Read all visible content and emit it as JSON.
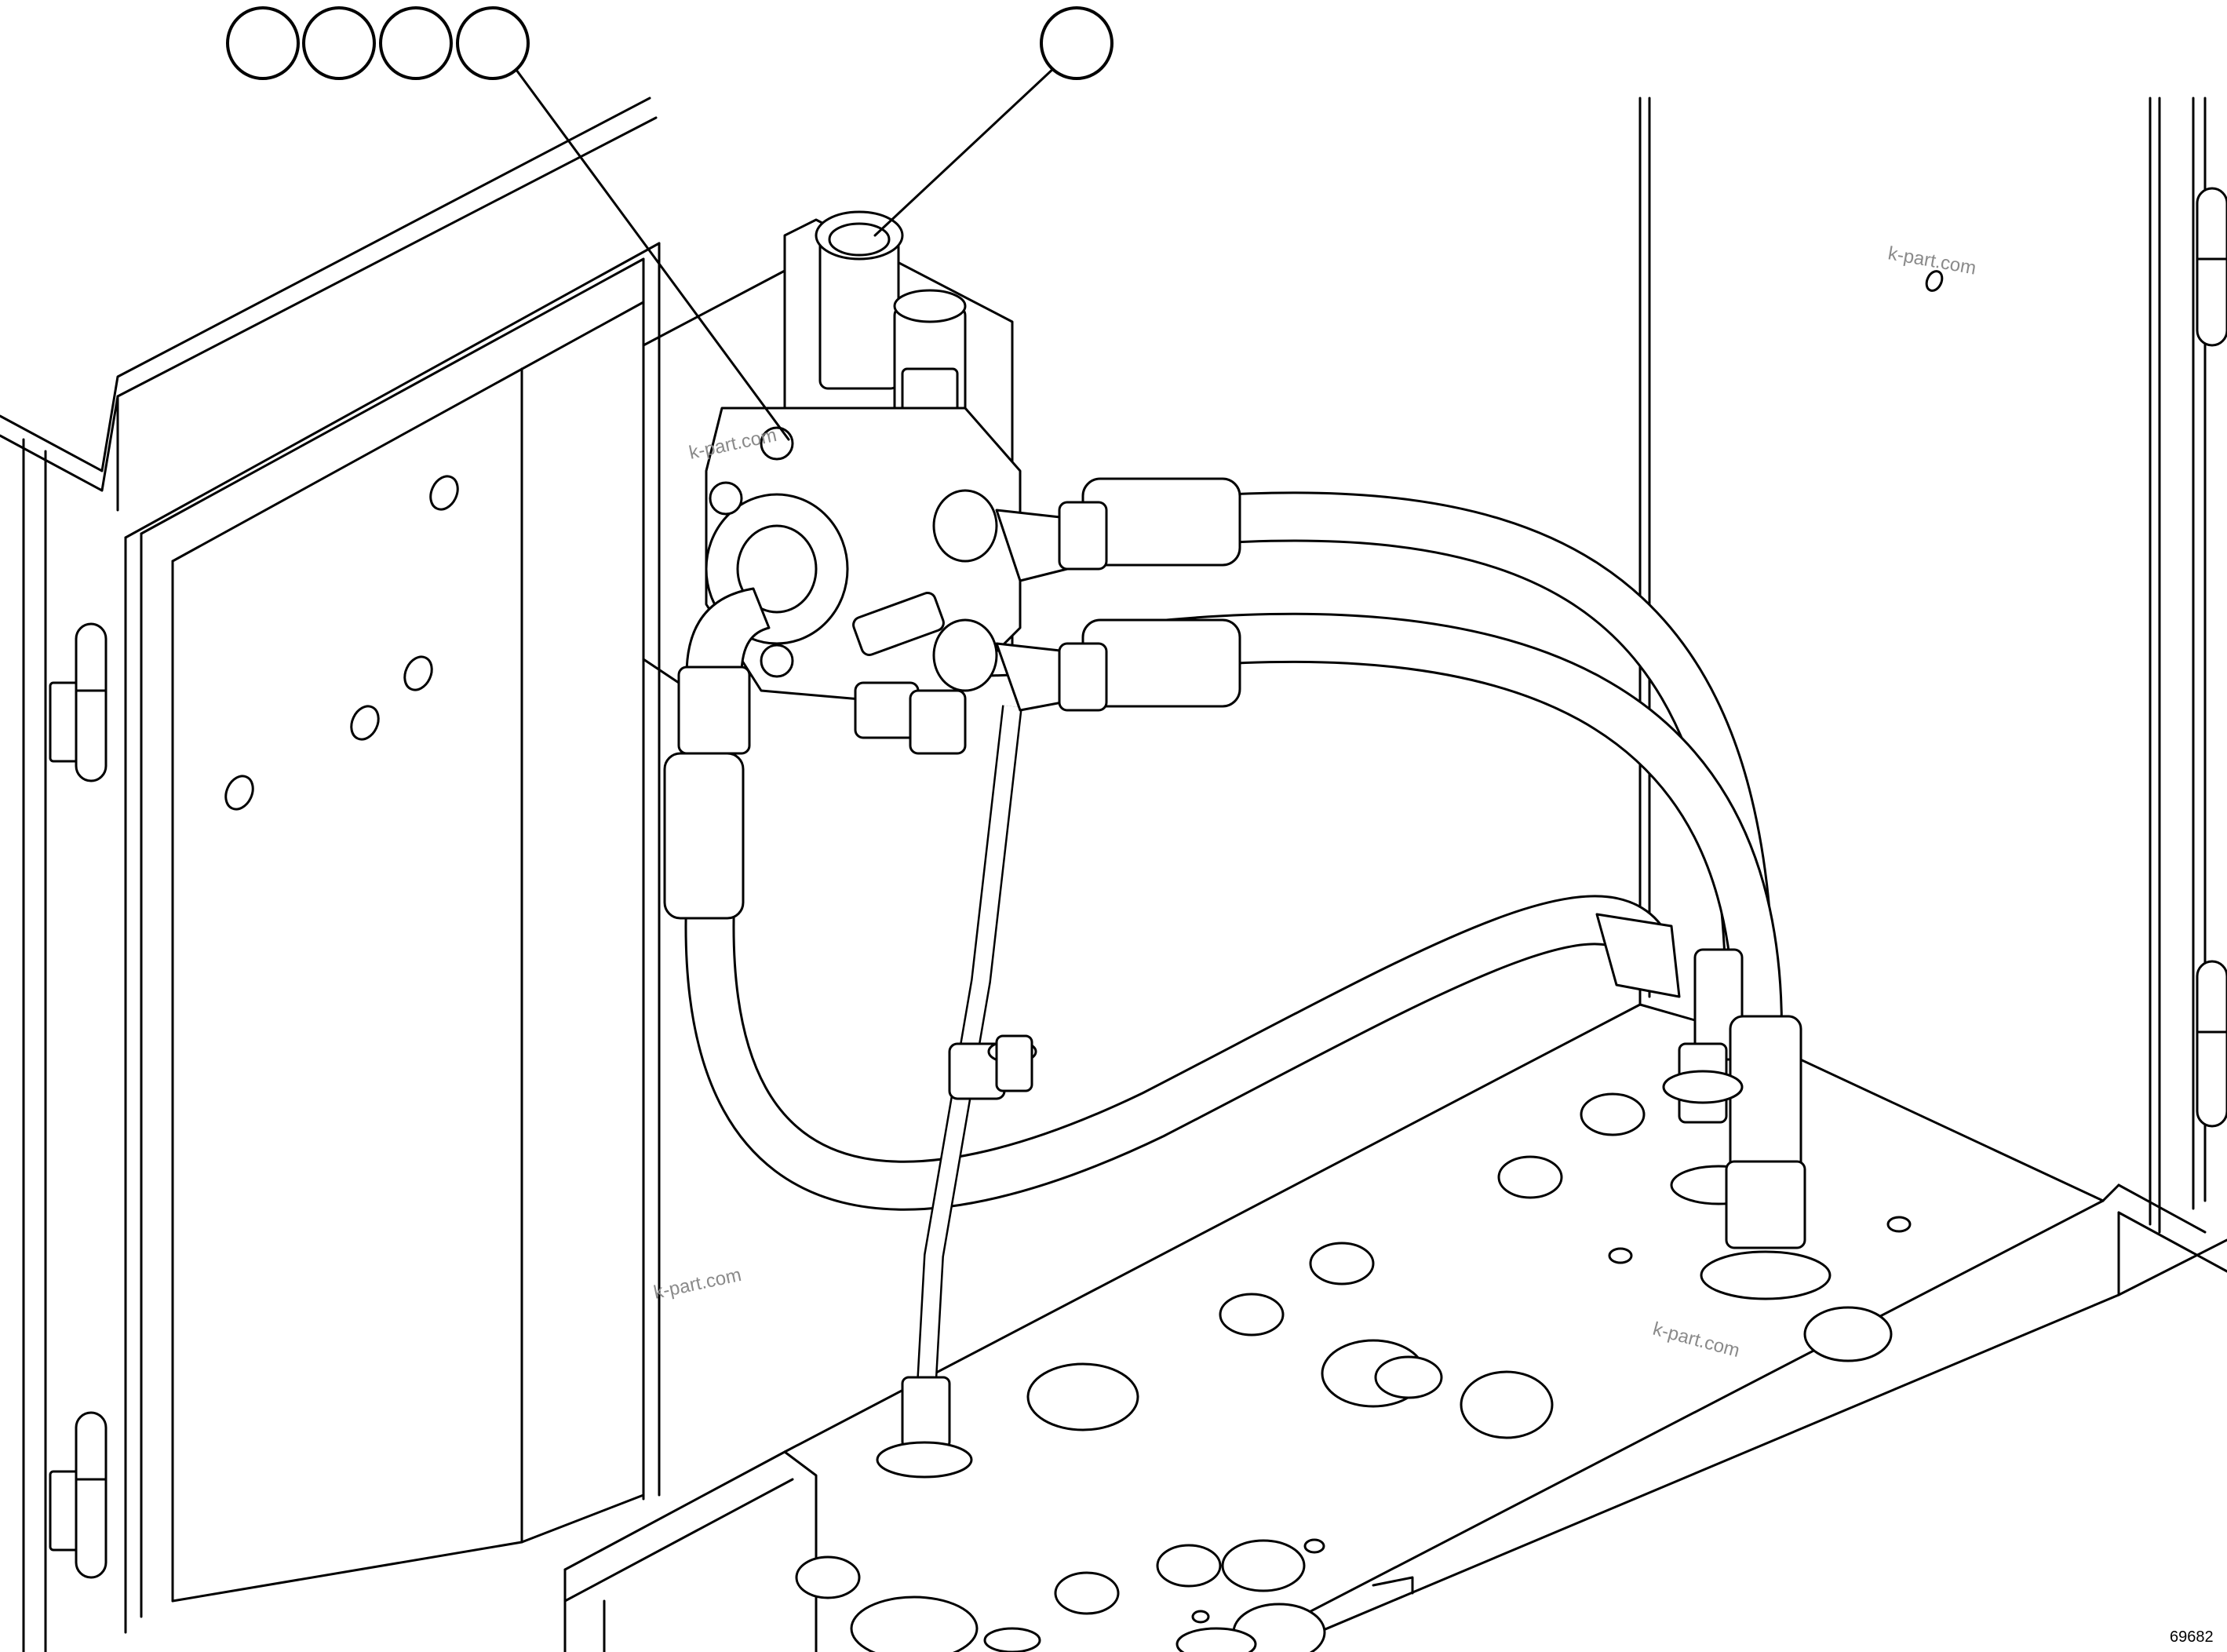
{
  "watermarks": [
    "k-part.com",
    "k-part.com",
    "k-part.com",
    "k-part.com"
  ],
  "drawing_number": "69682",
  "callouts": {
    "group_left": [
      "",
      "",
      "",
      ""
    ],
    "single_right": ""
  }
}
